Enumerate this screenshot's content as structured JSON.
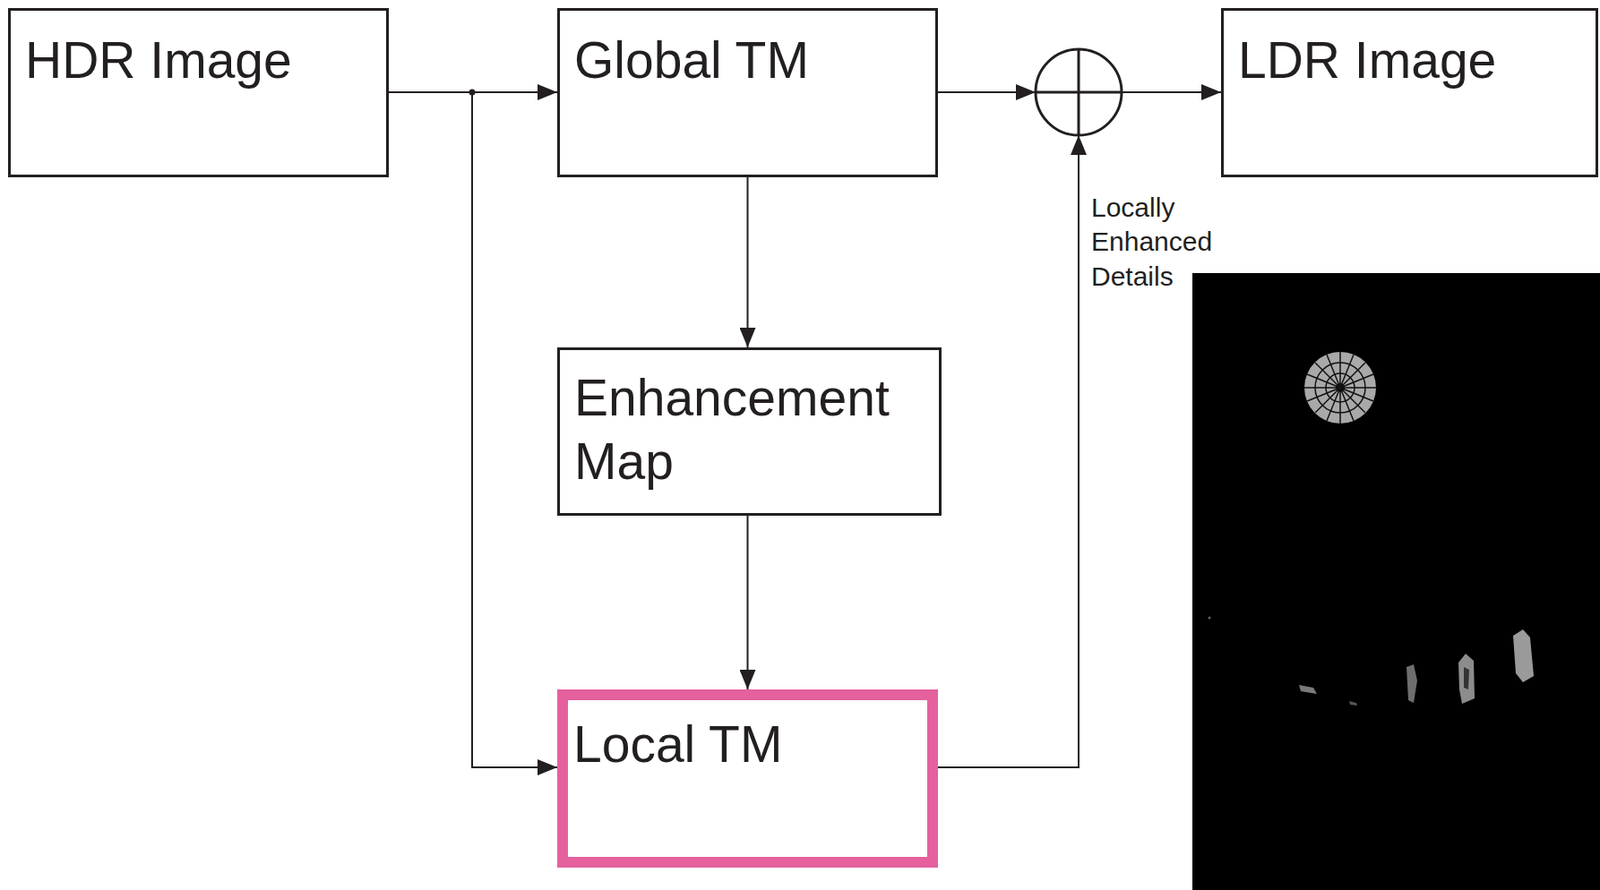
{
  "diagram": {
    "nodes": [
      {
        "text": [
          "HDR Image"
        ]
      },
      {
        "text": [
          "Global TM"
        ]
      },
      {
        "text": [
          "Enhancement Map"
        ]
      },
      {
        "text": [
          "Local TM"
        ]
      },
      {
        "text": [
          "LDR Image"
        ]
      }
    ],
    "edges": [
      {
        "from": 0,
        "to": 1,
        "arrow": "to"
      },
      {
        "from": 0,
        "to": 3,
        "arrow": "to"
      },
      {
        "from": 1,
        "to": 2,
        "arrow": "to"
      },
      {
        "from": 2,
        "to": 3,
        "arrow": "to"
      },
      {
        "from": 1,
        "to": 4,
        "arrow": "to"
      },
      {
        "from": 3,
        "to": 4,
        "label": "Locally Enhanced Details",
        "arrow": "to"
      }
    ]
  }
}
